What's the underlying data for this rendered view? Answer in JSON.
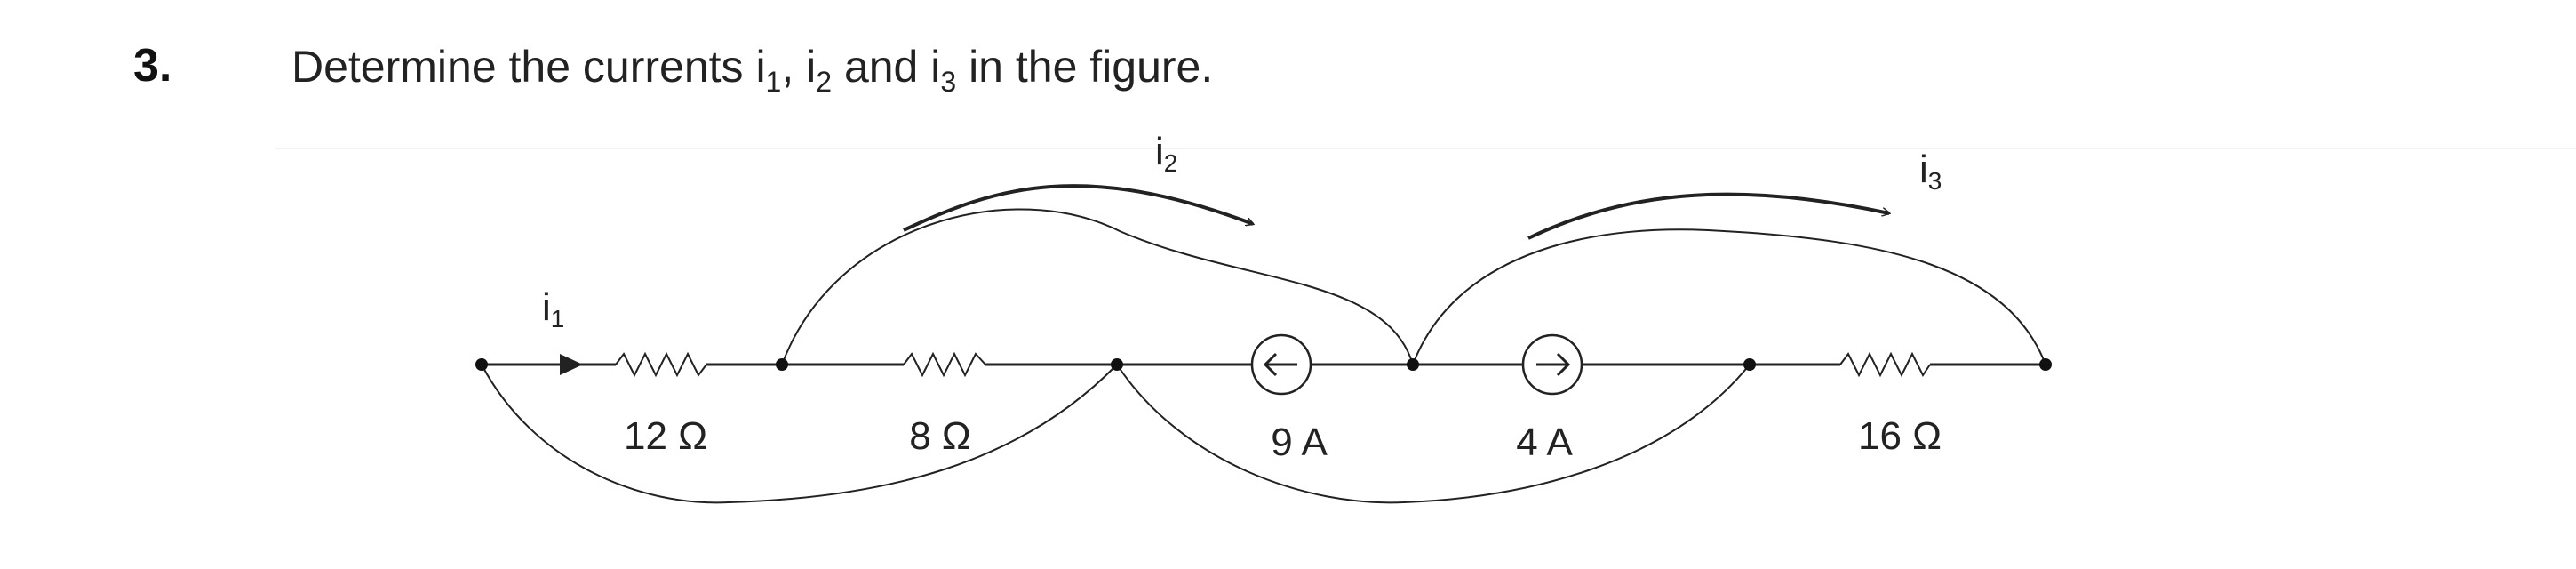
{
  "problem": {
    "number": "3.",
    "text_before": "Determine the currents ",
    "i1": "i",
    "i1_sub": "1",
    "sep1": ", ",
    "i2": "i",
    "i2_sub": "2",
    "sep2": " and ",
    "i3": "i",
    "i3_sub": "3",
    "text_after": " in the figure."
  },
  "figure": {
    "current_labels": [
      {
        "main": "i",
        "sub": "1"
      },
      {
        "main": "i",
        "sub": "2"
      },
      {
        "main": "i",
        "sub": "3"
      }
    ],
    "resistors": [
      "12 Ω",
      "8 Ω",
      "16 Ω"
    ],
    "sources": [
      "9 A",
      "4 A"
    ]
  }
}
